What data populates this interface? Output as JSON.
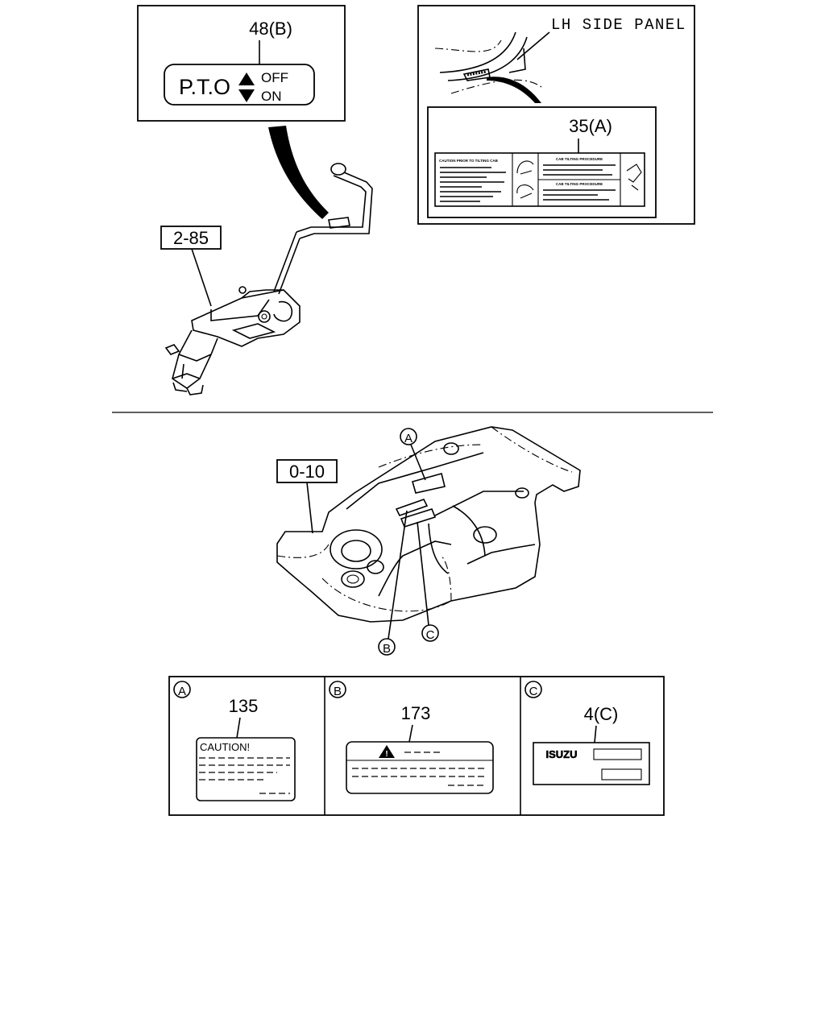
{
  "top_left_panel": {
    "ref": "48(B)",
    "label_pto": "P.T.O",
    "label_off": "OFF",
    "label_on": "ON",
    "part_ref": "2-85"
  },
  "top_right_panel": {
    "side_panel": "LH SIDE PANEL",
    "ref": "35(A)",
    "sticker_left_title": "CAUTION PRIOR TO TILTING CAB",
    "sticker_right_title_1": "CAB TILTING PROCEDURE",
    "sticker_right_title_2": "CAB TILTING PROCEDURE"
  },
  "middle_panel": {
    "part_ref": "0-10",
    "callout_a": "A",
    "callout_b": "B",
    "callout_c": "C"
  },
  "bottom_panels": {
    "a": {
      "marker": "A",
      "ref": "135",
      "caution": "CAUTION!"
    },
    "b": {
      "marker": "B",
      "ref": "173"
    },
    "c": {
      "marker": "C",
      "ref": "4(C)",
      "brand": "ISUZU"
    }
  }
}
